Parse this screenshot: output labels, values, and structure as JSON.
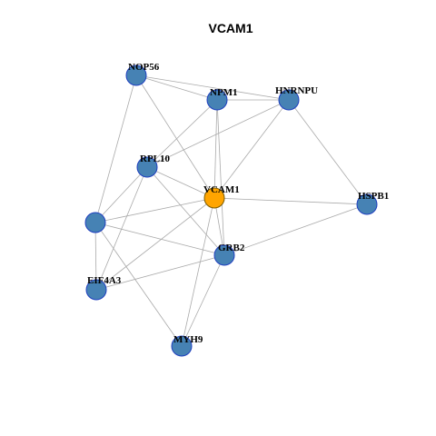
{
  "title": "VCAM1",
  "colors": {
    "node_default": "#4682b4",
    "node_hub": "#ffa500",
    "edge": "#aaaaaa"
  },
  "nodes": [
    {
      "id": "NOP56",
      "label": "NOP56",
      "hub": false
    },
    {
      "id": "NPM1",
      "label": "NPM1",
      "hub": false
    },
    {
      "id": "HNRNPU",
      "label": "HNRNPU",
      "hub": false
    },
    {
      "id": "RPL10",
      "label": "RPL10",
      "hub": false
    },
    {
      "id": "VCAM1",
      "label": "VCAM1",
      "hub": true
    },
    {
      "id": "HSPB1",
      "label": "HSPB1",
      "hub": false
    },
    {
      "id": "UNLABELED",
      "label": "",
      "hub": false
    },
    {
      "id": "GRB2",
      "label": "GRB2",
      "hub": false
    },
    {
      "id": "EIF4A3",
      "label": "EIF4A3",
      "hub": false
    },
    {
      "id": "MYH9",
      "label": "MYH9",
      "hub": false
    }
  ],
  "edges": [
    [
      "NOP56",
      "NPM1"
    ],
    [
      "NOP56",
      "HNRNPU"
    ],
    [
      "NOP56",
      "VCAM1"
    ],
    [
      "NOP56",
      "UNLABELED"
    ],
    [
      "NPM1",
      "HNRNPU"
    ],
    [
      "NPM1",
      "RPL10"
    ],
    [
      "NPM1",
      "VCAM1"
    ],
    [
      "NPM1",
      "GRB2"
    ],
    [
      "HNRNPU",
      "RPL10"
    ],
    [
      "HNRNPU",
      "VCAM1"
    ],
    [
      "HNRNPU",
      "HSPB1"
    ],
    [
      "RPL10",
      "VCAM1"
    ],
    [
      "RPL10",
      "UNLABELED"
    ],
    [
      "RPL10",
      "GRB2"
    ],
    [
      "RPL10",
      "EIF4A3"
    ],
    [
      "VCAM1",
      "HSPB1"
    ],
    [
      "VCAM1",
      "UNLABELED"
    ],
    [
      "VCAM1",
      "GRB2"
    ],
    [
      "VCAM1",
      "EIF4A3"
    ],
    [
      "VCAM1",
      "MYH9"
    ],
    [
      "HSPB1",
      "GRB2"
    ],
    [
      "UNLABELED",
      "GRB2"
    ],
    [
      "UNLABELED",
      "EIF4A3"
    ],
    [
      "UNLABELED",
      "MYH9"
    ],
    [
      "GRB2",
      "EIF4A3"
    ],
    [
      "GRB2",
      "MYH9"
    ]
  ]
}
